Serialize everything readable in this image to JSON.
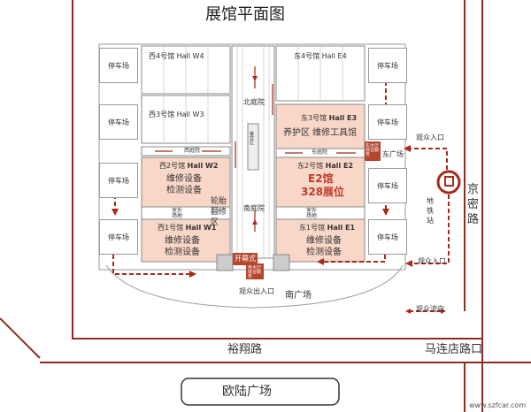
{
  "title": "展馆平面图",
  "halls": {
    "w4": {
      "name": "西4号馆",
      "en": "Hall W4"
    },
    "w3": {
      "name": "西3号馆",
      "en": "Hall W3"
    },
    "w2": {
      "name": "西2号馆",
      "en": "Hall W2",
      "desc1": "维修设备",
      "desc2": "检测设备"
    },
    "w1": {
      "name": "西1号馆",
      "en": "Hall W1",
      "desc1": "维修设备",
      "desc2": "检测设备"
    },
    "e4": {
      "name": "东4号馆",
      "en": "Hall E4"
    },
    "e3": {
      "name": "东3号馆",
      "en": "Hall E3",
      "desc": "养护区  维修工具馆"
    },
    "e2": {
      "name": "东2号馆",
      "en": "Hall E2",
      "highlight1": "E2馆",
      "highlight2": "328展位"
    },
    "e1": {
      "name": "东1号馆",
      "en": "Hall E1",
      "desc1": "维修设备",
      "desc2": "检测设备"
    }
  },
  "parking": "停车场",
  "courtyards": {
    "north": "北庭院",
    "south": "南庭院",
    "west": "西庭院",
    "east": "东庭院",
    "outdoor": "室外场地"
  },
  "tire_area": "轮胎翻修区",
  "center_label": "餐饮区",
  "opening": {
    "label": "开幕式",
    "lobby": "序大厅综合服务"
  },
  "east_lobby": "东大厅综合服务",
  "entrances": {
    "visitor_in_top": "观众入口",
    "visitor_in_bottom": "观众入口",
    "visitor_out_in": "观众出入口",
    "flow_legend": "观众流向"
  },
  "squares": {
    "south": "南广场",
    "east": "东广场"
  },
  "metro": "地铁站",
  "roads": {
    "jingmi": "京密路",
    "yuxiang": "裕翔路",
    "malian": "马连店路口",
    "oulu": "欧陆广场"
  },
  "watermark": "www.szfcar.com",
  "colors": {
    "hall_active": "#f9d7c8",
    "hall_header": "#d9796a",
    "accent": "#b5462e",
    "arrow": "#a82a18",
    "road": "#8f2d22"
  }
}
